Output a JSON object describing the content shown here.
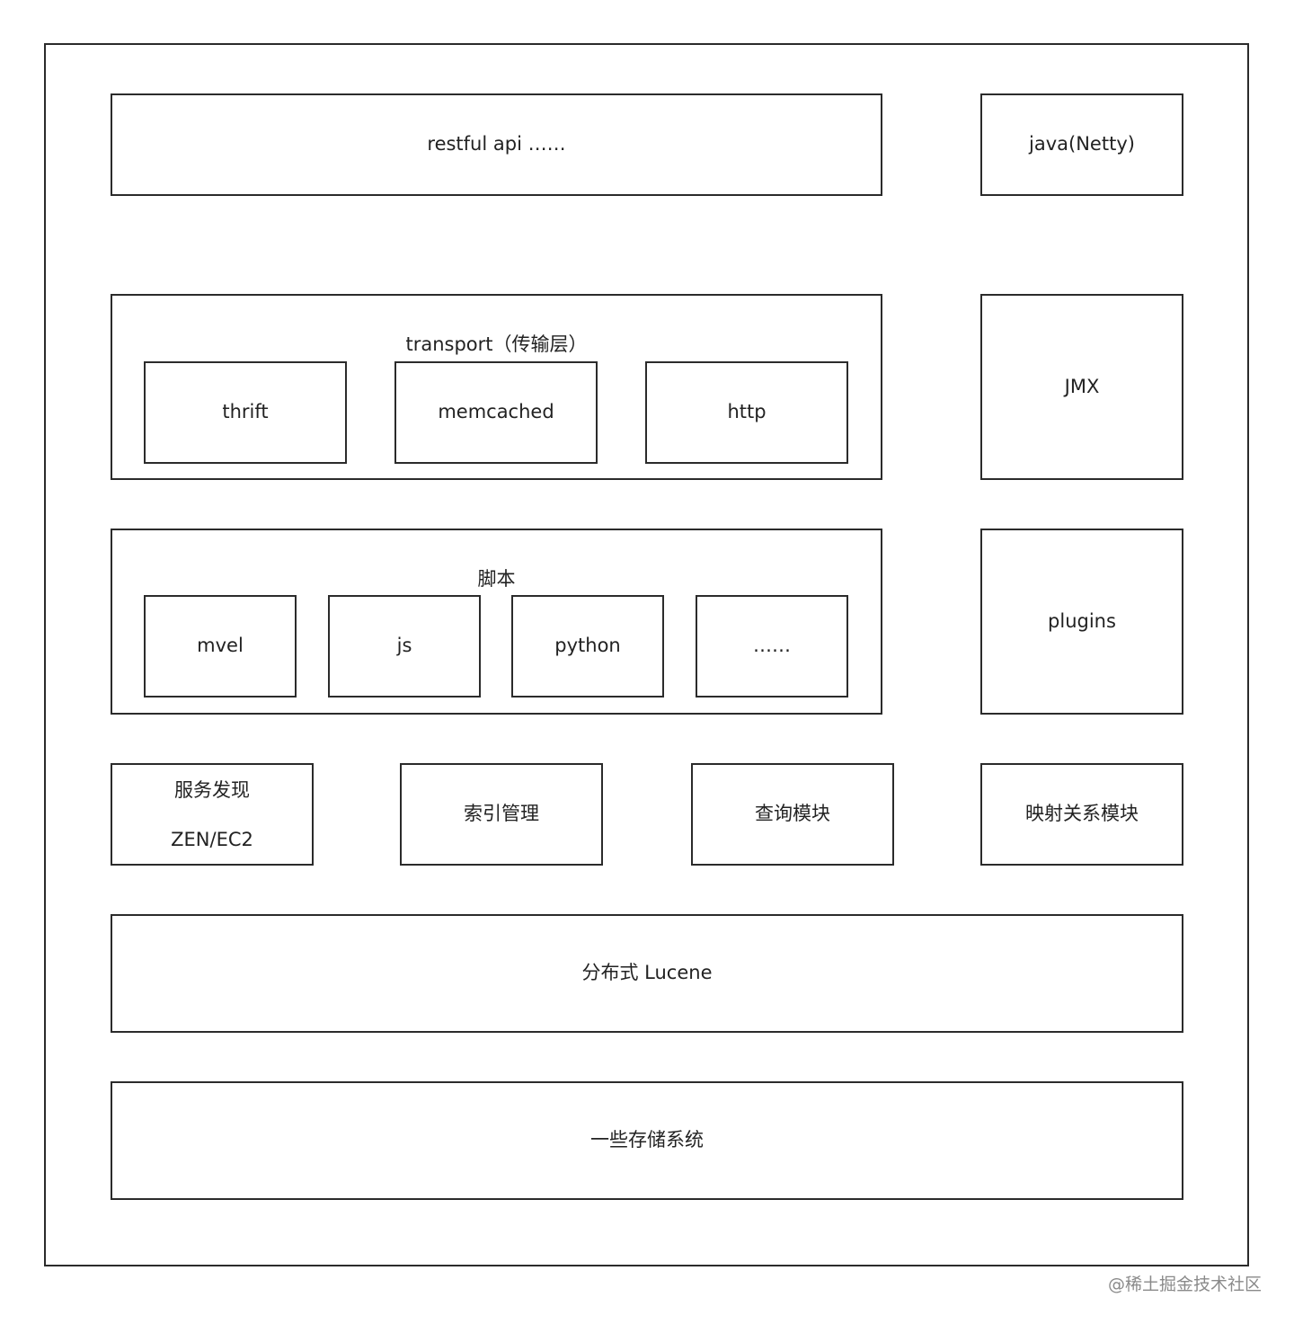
{
  "diagram": {
    "api_layer": "restful api ……",
    "java_netty": "java(Netty)",
    "transport": {
      "title": "transport（传输层）",
      "items": [
        "thrift",
        "memcached",
        "http"
      ]
    },
    "jmx": "JMX",
    "scripting": {
      "title": "脚本",
      "items": [
        "mvel",
        "js",
        "python",
        "……"
      ]
    },
    "plugins": "plugins",
    "discovery": {
      "line1": "服务发现",
      "line2": "ZEN/EC2"
    },
    "index_mgmt": "索引管理",
    "query_module": "查询模块",
    "mapping_module": "映射关系模块",
    "distributed_lucene": "分布式 Lucene",
    "storage": "一些存储系统"
  },
  "watermark": "@稀土掘金技术社区"
}
